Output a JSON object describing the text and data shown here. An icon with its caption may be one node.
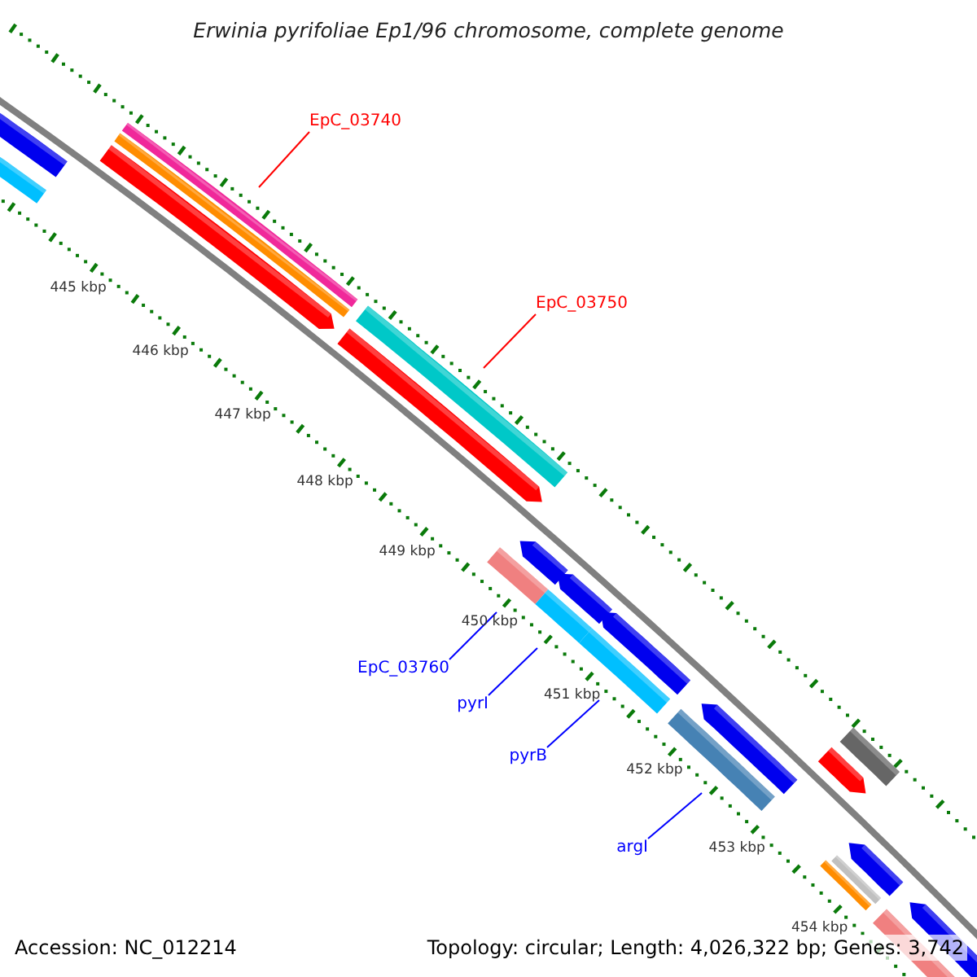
{
  "diagram": {
    "title": "Erwinia pyrifoliae Ep1/96 chromosome, complete genome",
    "nodes": [
      {
        "text": [
          "EpC_03740"
        ]
      },
      {
        "text": [
          "EpC_03750"
        ]
      },
      {
        "text": [
          "EpC_03760"
        ]
      },
      {
        "text": [
          "pyrI"
        ]
      },
      {
        "text": [
          "pyrB"
        ]
      },
      {
        "text": [
          "argI"
        ]
      },
      {
        "text": [],
        "shape": "bar"
      },
      {
        "text": [],
        "shape": "bar"
      },
      {
        "text": [],
        "shape": "bar"
      },
      {
        "text": [],
        "shape": "bar"
      },
      {
        "text": [],
        "shape": "bar"
      },
      {
        "text": [],
        "shape": "bar"
      }
    ],
    "edges": [
      {
        "from": 0,
        "to": 6,
        "arrow": "none",
        "color": "#ff0000"
      },
      {
        "from": 1,
        "to": 7,
        "arrow": "none",
        "color": "#ff0000"
      },
      {
        "from": 2,
        "to": 8,
        "arrow": "none"
      },
      {
        "from": 3,
        "to": 9,
        "arrow": "none"
      },
      {
        "from": 4,
        "to": 10,
        "arrow": "none"
      },
      {
        "from": 5,
        "to": 11,
        "arrow": "none"
      }
    ],
    "labels": [
      "445 kbp",
      "446 kbp",
      "447 kbp",
      "448 kbp",
      "449 kbp",
      "450 kbp",
      "451 kbp",
      "452 kbp",
      "453 kbp",
      "454 kbp",
      "Accession: NC_012214",
      "Topology: circular; Length: 4,026,322 bp; Genes: 3,742"
    ]
  }
}
